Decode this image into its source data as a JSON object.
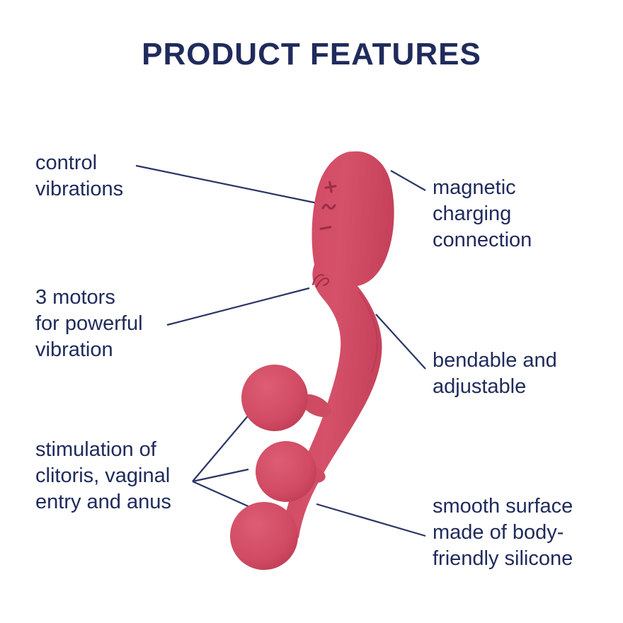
{
  "title": "PRODUCT FEATURES",
  "colors": {
    "text_color": "#202b5c",
    "line_color": "#2a3566",
    "product_pink": "#d04b63",
    "product_dark_accent": "#9f2d47"
  },
  "product": {
    "description": "pink curved vibrator with control buttons, brand logo and three stimulation balls",
    "buttons": {
      "plus": "+",
      "wave": "wave",
      "minus": "−"
    }
  },
  "annotations": [
    {
      "id": "control-vibrations",
      "side": "left",
      "text": "control\nvibrations"
    },
    {
      "id": "magnetic-charging-connection",
      "side": "right",
      "text": "magnetic\ncharging\nconnection"
    },
    {
      "id": "three-motors",
      "side": "left",
      "text": "3 motors\nfor powerful\nvibration"
    },
    {
      "id": "bendable-adjustable",
      "side": "right",
      "text": "bendable and\nadjustable"
    },
    {
      "id": "stimulation-areas",
      "side": "left",
      "text": "stimulation of\nclitoris, vaginal\nentry and anus"
    },
    {
      "id": "smooth-surface",
      "side": "right",
      "text": "smooth surface\nmade of body-\nfriendly silicone"
    }
  ]
}
